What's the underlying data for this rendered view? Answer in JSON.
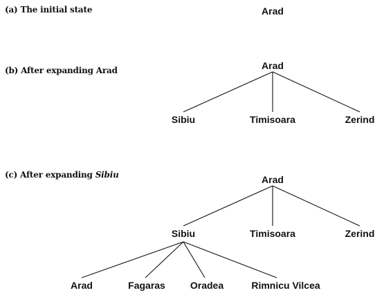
{
  "captions": {
    "a": "(a) The initial state",
    "b": "(b) After expanding Arad",
    "c_prefix": "(c) After expanding ",
    "c_italic": "Sibiu"
  },
  "tree_a": {
    "root": "Arad"
  },
  "tree_b": {
    "root": "Arad",
    "children": [
      "Sibiu",
      "Timisoara",
      "Zerind"
    ]
  },
  "tree_c": {
    "root": "Arad",
    "children": [
      "Sibiu",
      "Timisoara",
      "Zerind"
    ],
    "grandchildren": [
      "Arad",
      "Fagaras",
      "Oradea",
      "Rimnicu Vilcea"
    ]
  }
}
